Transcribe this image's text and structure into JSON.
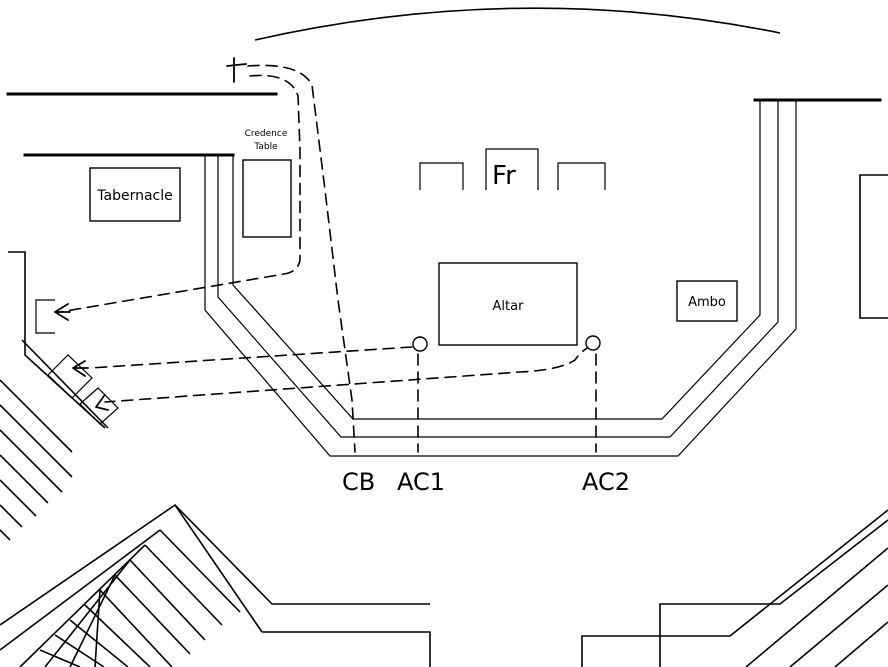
{
  "labels": {
    "tabernacle": "Tabernacle",
    "credence_line1": "Credence",
    "credence_line2": "Table",
    "altar": "Altar",
    "ambo": "Ambo",
    "fr": "Fr",
    "cb": "CB",
    "ac1": "AC1",
    "ac2": "AC2"
  }
}
